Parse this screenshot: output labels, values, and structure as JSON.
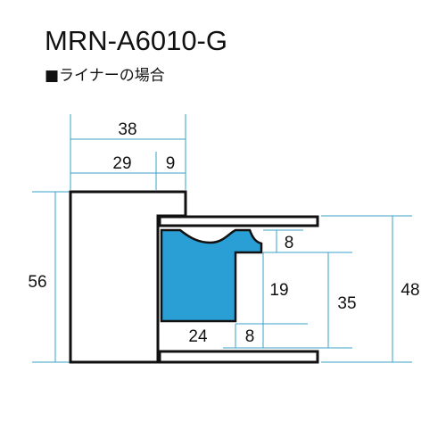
{
  "title": "MRN-A6010-G",
  "subtitle": "■ライナーの場合",
  "colors": {
    "dimension": "#3aa0c8",
    "profile_fill": "#2a9fd6",
    "outline": "#111111",
    "text": "#111111"
  },
  "dimensions": {
    "width_total": "38",
    "width_left": "29",
    "width_right": "9",
    "height_total": "56",
    "liner_lip": "8",
    "liner_height": "19",
    "liner_depth": "24",
    "liner_step": "8",
    "inner_height": "35",
    "outer_height": "48"
  }
}
